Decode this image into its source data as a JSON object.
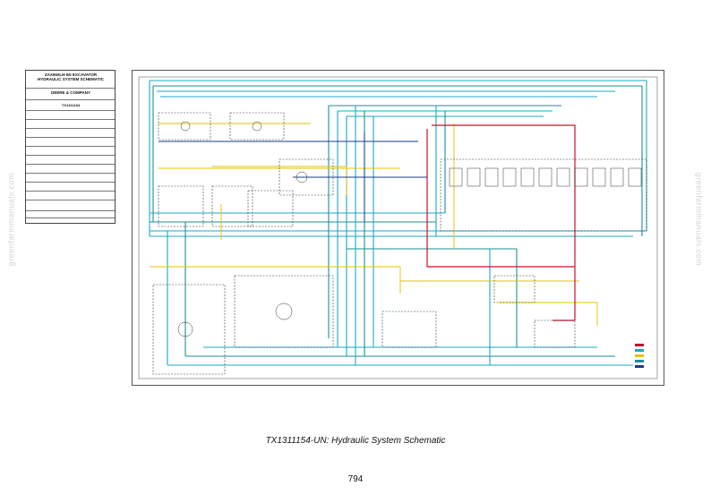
{
  "titleblock": {
    "title_line1": "ZAX650LH-5N EXCAVATOR",
    "title_line2": "HYDRAULIC SYSTEM SCHEMATIC",
    "company": "DEERE & COMPANY",
    "drawing_number": "TX1311154"
  },
  "watermark": "greenfarmmanuals.com",
  "caption": "TX1311154-UN: Hydraulic System Schematic",
  "page_number": "794",
  "colors": {
    "cyan": "#1aa8c8",
    "teal": "#1a8f9a",
    "yellow": "#e0c400",
    "red": "#c8102e",
    "navy": "#1a3a8a"
  }
}
